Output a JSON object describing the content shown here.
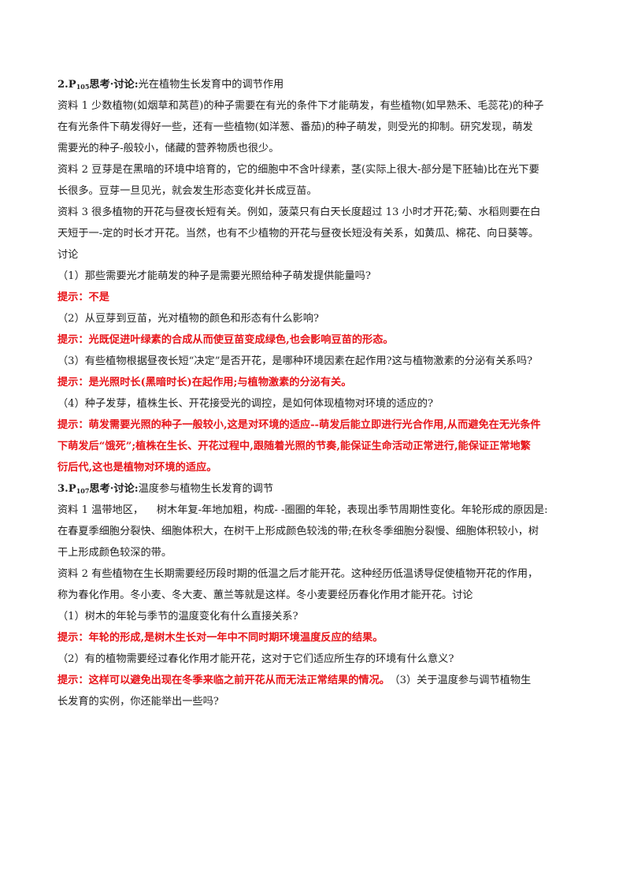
{
  "section2": {
    "num": "2.P",
    "sub": "105",
    "keyword": "思考·讨论:",
    "title": "光在植物生长发育中的调节作用",
    "material1": [
      "资料 1 少数植物(如烟草和莴苣)的种子需要在有光的条件下才能萌发，有些植物(如早熟禾、毛蕊花)的种子",
      "在有光条件下萌发得好一些，还有一些植物(如洋葱、番茄)的种子萌发，则受光的抑制。研究发现，萌发",
      "需要光的种子-般较小，储藏的营养物质也很少。"
    ],
    "material2": [
      "资料 2 豆芽是在黑暗的环境中培育的，它的细胞中不含叶绿素，茎(实际上很大-部分是下胚轴)比在光下要",
      "长很多。豆芽一旦见光，就会发生形态变化并长成豆苗。"
    ],
    "material3": [
      "资料 3 很多植物的开花与昼夜长短有关。例如，菠菜只有白天长度超过 13 小时才开花;菊、水稻则要在白",
      "天短于一-定的时长才开花。当然，也有不少植物的开花与昼夜长短没有关系，如黄瓜、棉花、向日葵等。"
    ],
    "discussion": "讨论",
    "q1": "（1）那些需要光才能萌发的种子是需要光照给种子萌发提供能量吗?",
    "a1": "提示：不是",
    "q2": "（2）从豆芽到豆苗，光对植物的颜色和形态有什么影响?",
    "a2": "提示：光既促进叶绿素的合成从而使豆苗变成绿色,也会影响豆苗的形态。",
    "q3": "（3）有些植物根据昼夜长短“决定”是否开花，是哪种环境因素在起作用?这与植物激素的分泌有关系吗?",
    "a3": "提示：是光照时长(黑暗时长)在起作用;与植物激素的分泌有关。",
    "q4": "（4）种子发芽，植株生长、开花接受光的调控，是如何体现植物对环境的适应的?",
    "a4": [
      "提示：萌发需要光照的种子一般较小,这是对环境的适应--萌发后能立即进行光合作用,从而避免在无光条件",
      "下萌发后“饿死”;植株在生长、开花过程中,跟随着光照的节奏,能保证生命活动正常进行,能保证正常地繁",
      "衍后代,这也是植物对环境的适应。"
    ]
  },
  "section3": {
    "num": "3.P",
    "sub": "107",
    "keyword": "思考·讨论:",
    "title": "温度参与植物生长发育的调节",
    "material1": [
      "资料 1 温带地区，    树木年复-年地加粗，构成- -圈圈的年轮，表现出季节周期性变化。年轮形成的原因是:",
      "在春夏季细胞分裂快、细胞体积大，在树干上形成颜色较浅的带;在秋冬季细胞分裂慢、细胞体积较小，树",
      "干上形成颜色较深的带。"
    ],
    "material2": [
      "资料 2 有些植物在生长期需要经历段时期的低温之后才能开花。这种经历低温诱导促使植物开花的作用，",
      "称为春化作用。冬小麦、冬大麦、蕙兰等就是这样。冬小麦要经历春化作用才能开花。讨论"
    ],
    "q1": "（1）树木的年轮与季节的温度变化有什么直接关系?",
    "a1": "提示：年轮的形成,是树木生长对一年中不同时期环境温度反应的结果。",
    "q2": "（2）有的植物需要经过春化作用才能开花，这对于它们适应所生存的环境有什么意义?",
    "a2": "提示：这样可以避免出现在冬季来临之前开花从而无法正常结果的情况。",
    "q3_inline": "（3）关于温度参与调节植物生",
    "q3_rest": "长发育的实例，你还能举出一些吗?"
  }
}
